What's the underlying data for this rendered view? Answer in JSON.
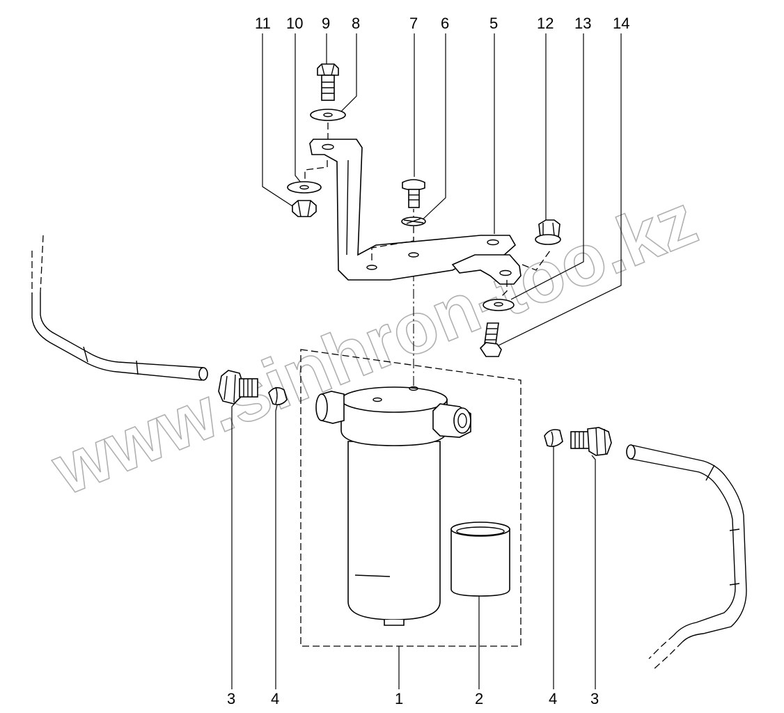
{
  "watermark": "www.sinhron-too.kz",
  "callouts": {
    "c11": "11",
    "c10": "10",
    "c9": "9",
    "c8": "8",
    "c7": "7",
    "c6": "6",
    "c5": "5",
    "c12": "12",
    "c13": "13",
    "c14": "14",
    "c3_left": "3",
    "c4_left": "4",
    "c1": "1",
    "c2": "2",
    "c4_right": "4",
    "c3_right": "3"
  },
  "parts": [
    {
      "number": "1",
      "name": "receiver-drier-assembly"
    },
    {
      "number": "2",
      "name": "filter-insert"
    },
    {
      "number": "3",
      "name": "union-fitting"
    },
    {
      "number": "4",
      "name": "sealing-plug"
    },
    {
      "number": "5",
      "name": "mounting-bracket"
    },
    {
      "number": "6",
      "name": "lock-washer"
    },
    {
      "number": "7",
      "name": "screw"
    },
    {
      "number": "8",
      "name": "washer"
    },
    {
      "number": "9",
      "name": "bolt"
    },
    {
      "number": "10",
      "name": "washer"
    },
    {
      "number": "11",
      "name": "nut"
    },
    {
      "number": "12",
      "name": "pressure-switch-cap"
    },
    {
      "number": "13",
      "name": "washer"
    },
    {
      "number": "14",
      "name": "bolt"
    }
  ],
  "colors": {
    "line": "#000000",
    "watermark": "#b0b0b0",
    "background": "#ffffff"
  }
}
